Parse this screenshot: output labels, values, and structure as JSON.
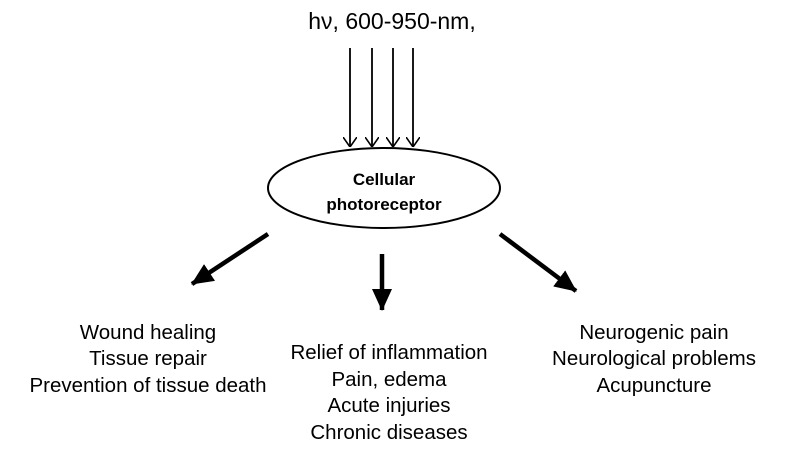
{
  "light": {
    "label": "hν, 600-950-nm,"
  },
  "receptor": {
    "lines": [
      "Cellular",
      "photoreceptor"
    ]
  },
  "outcomes": {
    "left": [
      "Wound healing",
      "Tissue repair",
      "Prevention of tissue death"
    ],
    "center": [
      "Relief of inflammation",
      "Pain, edema",
      "Acute injuries",
      "Chronic diseases"
    ],
    "right": [
      "Neurogenic pain",
      "Neurological problems",
      "Acupuncture"
    ]
  },
  "colors": {
    "ink": "#000000",
    "background": "#ffffff"
  }
}
